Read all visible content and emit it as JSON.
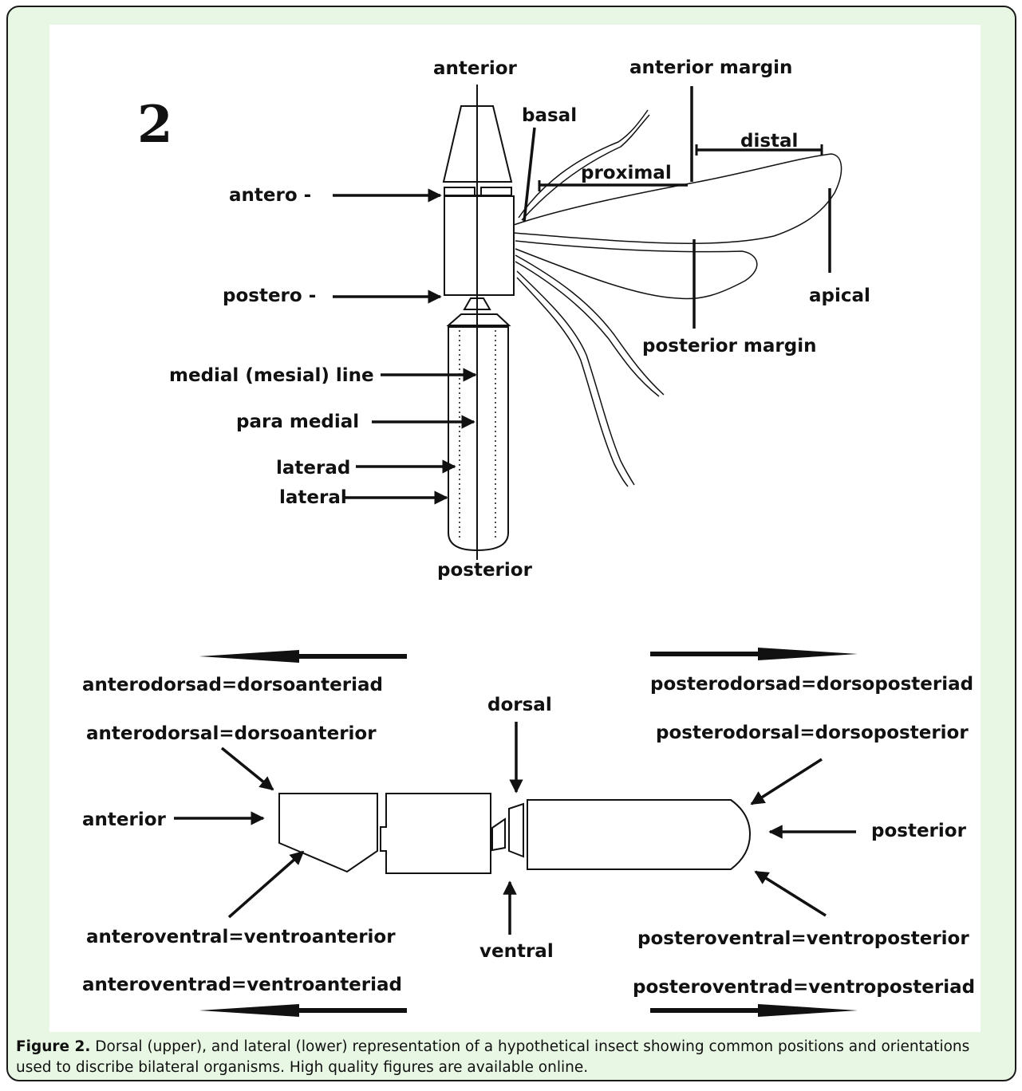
{
  "figure_number": "2",
  "dorsal_view": {
    "labels": {
      "anterior": "anterior",
      "posterior": "posterior",
      "antero": "antero -",
      "postero": "postero -",
      "basal": "basal",
      "proximal": "proximal",
      "distal": "distal",
      "anterior_margin": "anterior margin",
      "posterior_margin": "posterior margin",
      "apical": "apical",
      "medial_line": "medial (mesial) line",
      "para_medial": "para medial",
      "laterad": "laterad",
      "lateral": "lateral"
    }
  },
  "lateral_view": {
    "labels": {
      "anterodorsad": "anterodorsad=dorsoanteriad",
      "anterodorsal": "anterodorsal=dorsoanterior",
      "anterior": "anterior",
      "anteroventral": "anteroventral=ventroanterior",
      "anteroventrad": "anteroventrad=ventroanteriad",
      "dorsal": "dorsal",
      "ventral": "ventral",
      "posterodorsad": "posterodorsad=dorsoposteriad",
      "posterodorsal": "posterodorsal=dorsoposterior",
      "posterior": "posterior",
      "posteroventral": "posteroventral=ventroposterior",
      "posteroventrad": "posteroventrad=ventroposteriad"
    }
  },
  "caption": {
    "label": "Figure 2.",
    "text": " Dorsal (upper), and lateral (lower) representation of a hypothetical insect showing common positions and orientations used to discribe bilateral organisms. High quality figures are available online."
  },
  "colors": {
    "frame_background": "#e8f7e4",
    "frame_border": "#1a1a1a",
    "panel_background": "#ffffff",
    "ink": "#111111"
  }
}
